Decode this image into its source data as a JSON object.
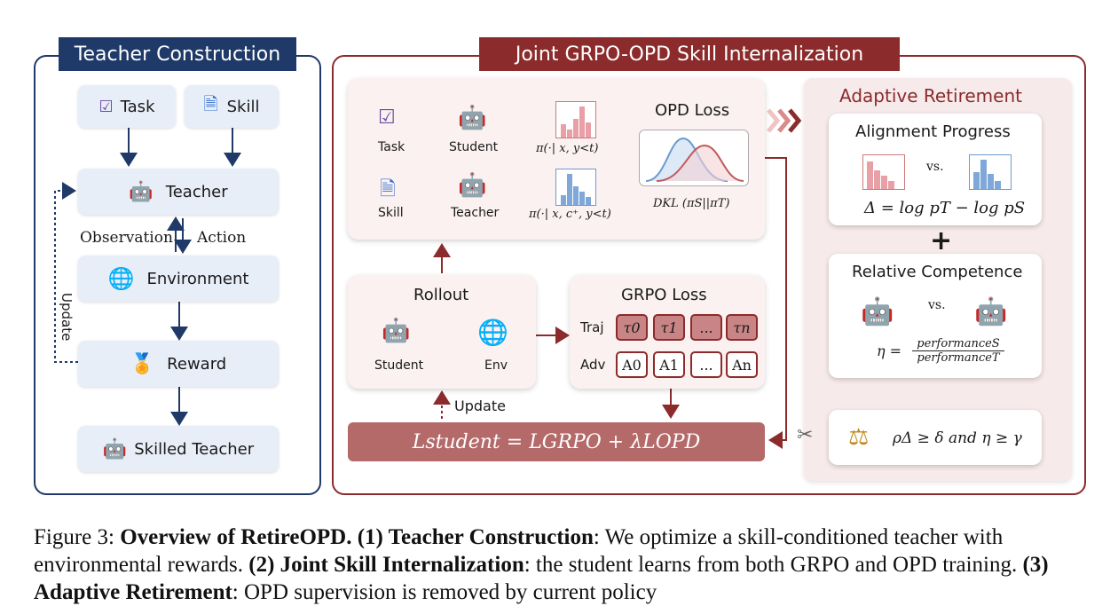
{
  "left": {
    "title": "Teacher Construction",
    "task": "Task",
    "skill": "Skill",
    "teacher": "Teacher",
    "observation": "Observation",
    "action": "Action",
    "environment": "Environment",
    "update": "Update",
    "reward": "Reward",
    "skilled_teacher": "Skilled Teacher"
  },
  "mid": {
    "title": "Joint GRPO-OPD Skill Internalization",
    "task": "Task",
    "skill": "Skill",
    "student": "Student",
    "teacher": "Teacher",
    "pi_student": "π(·| x, y<t)",
    "pi_teacher": "π(·| x, c⁺, y<t)",
    "opd_loss": "OPD Loss",
    "kl": "DKL (πS||πT)",
    "rollout": "Rollout",
    "rollout_student": "Student",
    "rollout_env": "Env",
    "grpo_loss": "GRPO Loss",
    "traj": "Traj",
    "adv": "Adv",
    "traj_tokens": [
      "τ0",
      "τ1",
      "...",
      "τn"
    ],
    "adv_tokens": [
      "A0",
      "A1",
      "...",
      "An"
    ],
    "update": "Update",
    "loss": "Lstudent = LGRPO + λLOPD"
  },
  "right": {
    "title": "Adaptive Retirement",
    "alignment": "Alignment Progress",
    "vs1": "vs.",
    "delta": "Δ = log pT − log pS",
    "plus": "+",
    "relative": "Relative Competence",
    "vs2": "vs.",
    "eta_num": "performanceS",
    "eta_den": "performanceT",
    "eta_lhs": "η =",
    "condition": "ρΔ ≥ δ and η ≥ γ"
  },
  "caption": {
    "prefix": "Figure 3: ",
    "b1": "Overview of RetireOPD. (1) Teacher Construction",
    "t1": ": We optimize a skill-conditioned teacher with environmental rewards. ",
    "b2": "(2) Joint Skill Internalization",
    "t2": ": the student learns from both GRPO and OPD training. ",
    "b3": "(3) Adaptive Retirement",
    "t3": ": OPD supervision is removed by current policy"
  },
  "colors": {
    "navy": "#1f3a68",
    "maroon": "#8b2b2b",
    "pink_bar": "#e8a0a6",
    "blue_bar": "#7fa8d8"
  }
}
